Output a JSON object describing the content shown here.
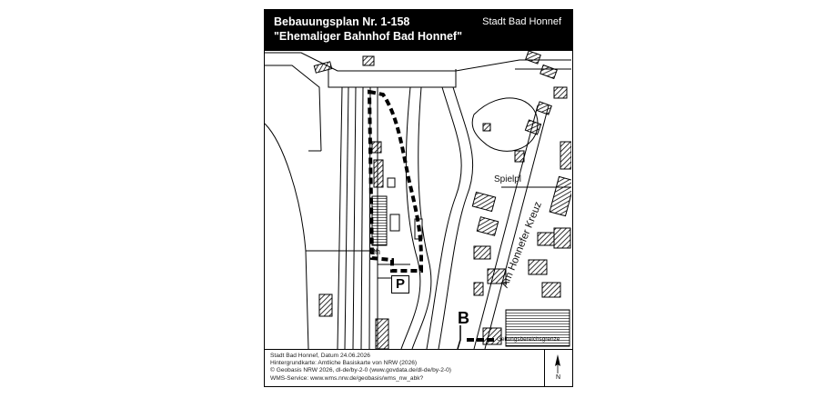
{
  "title": {
    "line1": "Bebauungsplan Nr. 1-158",
    "line2": "\"Ehemaliger Bahnhof Bad Honnef\"",
    "city": "Stadt Bad Honnef"
  },
  "map_labels": {
    "playground": "Spielpl",
    "street": "Am Honnefer Kreuz",
    "bh": "Bh",
    "parking": "P",
    "bus": "B"
  },
  "legend": {
    "boundary_label": "Geltungsbereichsgrenze"
  },
  "footer": {
    "lines": [
      "Stadt Bad Honnef, Datum 24.06.2026",
      "Hintergrundkarte: Amtliche Basiskarte von NRW (2026)",
      "© Geobasis NRW 2026, dl-de/by-2-0 (www.govdata.de/dl-de/by-2-0)",
      "WMS-Service: www.wms.nrw.de/geobasis/wms_nw_abk?"
    ],
    "north_label": "N"
  },
  "colors": {
    "ink": "#000000",
    "paper": "#ffffff"
  }
}
